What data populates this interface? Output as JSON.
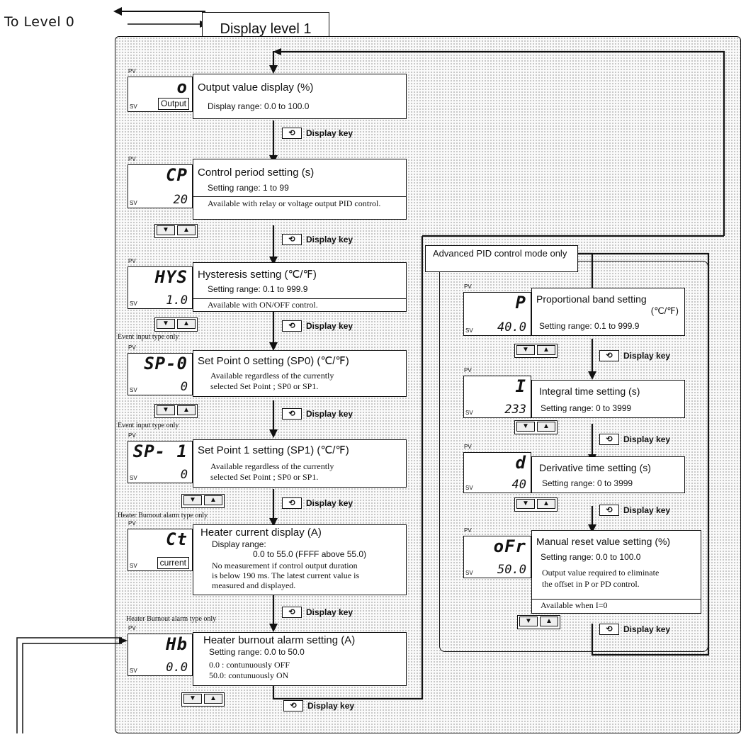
{
  "header": {
    "to_level": "To Level 0",
    "title": "Display level 1"
  },
  "common": {
    "pv": "PV",
    "sv": "SV",
    "display_key": "Display key",
    "key_down": "▼",
    "key_up": "▲",
    "key_icon": "⟲"
  },
  "left_column": [
    {
      "id": "output",
      "pv": "o",
      "sv_word": "Output",
      "title": "Output value display  (%)",
      "lines": [
        "Display range: 0.0 to 100.0"
      ]
    },
    {
      "id": "control-period",
      "pv": "CP",
      "sv": "20",
      "title": "Control period setting  (s)",
      "lines": [
        "Setting range: 1 to 99"
      ],
      "note": "Available  with relay or voltage output PID control."
    },
    {
      "id": "hysteresis",
      "pv": "HYS",
      "sv": "1.0",
      "title": "Hysteresis setting  (℃/℉)",
      "lines": [
        "Setting range: 0.1 to 999.9"
      ],
      "note": "Available with ON/OFF control."
    },
    {
      "id": "sp0",
      "tag": "Event input type only",
      "pv": "SP-0",
      "sv": "0",
      "title": "Set Point 0 setting  (SP0)   (℃/℉)",
      "note_lines": [
        "Available  regardless  of  the currently",
        "selected  Set Point ; SP0 or SP1."
      ]
    },
    {
      "id": "sp1",
      "tag": "Event input type only",
      "pv": "SP- 1",
      "sv": "0",
      "title": "Set Point 1 setting  (SP1)   (℃/℉)",
      "note_lines": [
        "Available  regardless  of  the currently",
        "selected  Set Point ; SP0 or SP1."
      ]
    },
    {
      "id": "heater-current",
      "tag": "Heater Burnout alarm type only",
      "pv": "Ct",
      "sv_word": "current",
      "title": "Heater current display  (A)",
      "lines": [
        "Display range:",
        "0.0 to 55.0  (FFFF above 55.0)"
      ],
      "note_lines": [
        "No measurement  if control output duration",
        "is below 190 ms. The latest current value is",
        "measured and displayed."
      ]
    },
    {
      "id": "heater-burnout",
      "tag": "Heater Burnout alarm type only",
      "pv": "Hb",
      "sv": "0.0",
      "title": "Heater burnout alarm setting  (A)",
      "lines": [
        "Setting range: 0.0 to 50.0"
      ],
      "note_lines": [
        "0.0 : contunuously OFF",
        "50.0: contunuously ON"
      ]
    }
  ],
  "advanced": {
    "label": "Advanced PID control mode only",
    "items": [
      {
        "id": "proportional",
        "pv": "P",
        "sv": "40.0",
        "title": "Proportional band setting",
        "unit": "(℃/℉)",
        "lines": [
          "Setting range: 0.1 to 999.9"
        ]
      },
      {
        "id": "integral",
        "pv": "I",
        "sv": "233",
        "title": "Integral time setting  (s)",
        "lines": [
          "Setting range: 0 to 3999"
        ]
      },
      {
        "id": "derivative",
        "pv": "d",
        "sv": "40",
        "title": "Derivative time setting  (s)",
        "lines": [
          "Setting range: 0 to 3999"
        ]
      },
      {
        "id": "manual-reset",
        "pv": "oFr",
        "sv": "50.0",
        "title": "Manual reset value setting  (%)",
        "lines": [
          "Setting range: 0.0 to 100.0"
        ],
        "note_lines": [
          "Output value required to eliminate",
          "the offset in P or PD control."
        ],
        "avail": "Available when I=0"
      }
    ]
  }
}
